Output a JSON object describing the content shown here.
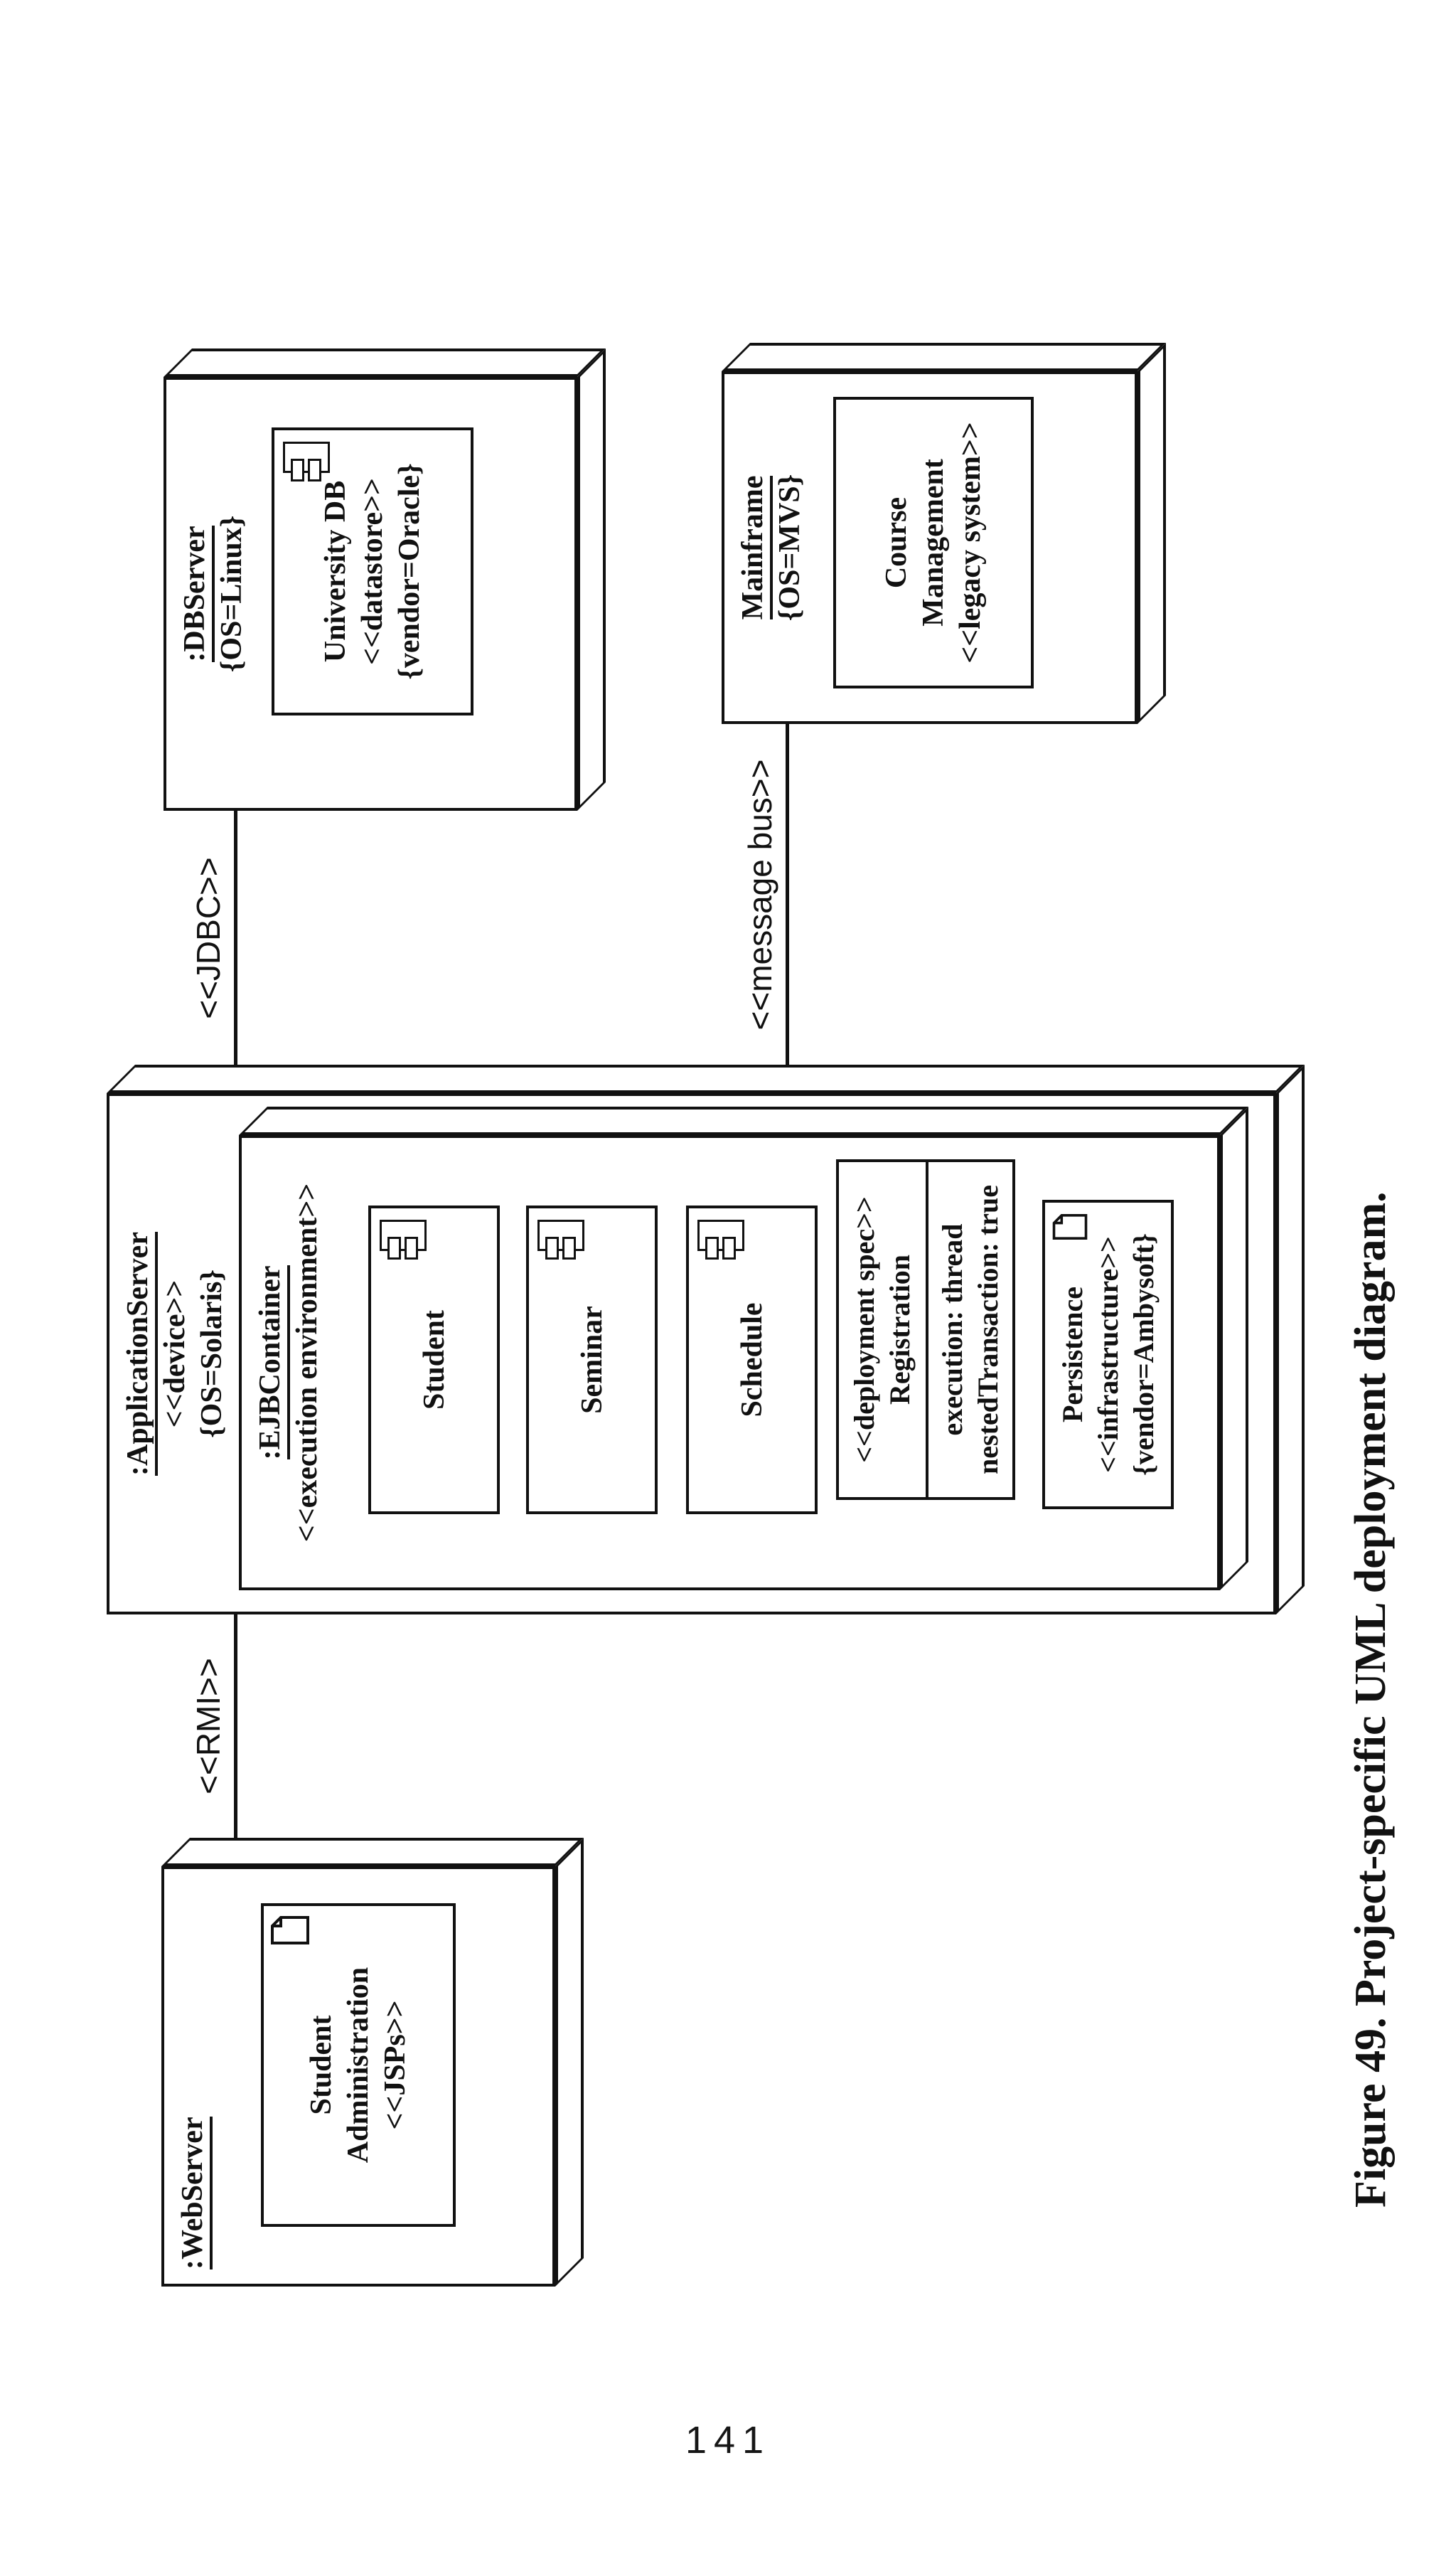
{
  "page": {
    "number": "141"
  },
  "caption": "Figure 49.  Project-specific UML deployment diagram.",
  "connectors": {
    "rmi": "<<RMI>>",
    "jdbc": "<<JDBC>>",
    "message_bus": "<<message bus>>"
  },
  "nodes": {
    "application_server": {
      "title": ":ApplicationServer",
      "stereotype": "<<device>>",
      "tag": "{OS=Solaris}"
    },
    "ejb_container": {
      "title": ":EJBContainer",
      "stereotype": "<<execution environment>>"
    },
    "web_server": {
      "title": ":WebServer"
    },
    "db_server": {
      "title": ":DBServer",
      "tag": "{OS=Linux}"
    },
    "mainframe": {
      "title": "Mainframe",
      "tag": "{OS=MVS}"
    }
  },
  "components": {
    "student": {
      "name": "Student"
    },
    "seminar": {
      "name": "Seminar"
    },
    "schedule": {
      "name": "Schedule"
    },
    "registration": {
      "stereotype": "<<deployment spec>>",
      "name": "Registration",
      "prop1": "execution: thread",
      "prop2": "nestedTransaction: true"
    },
    "persistence": {
      "name": "Persistence",
      "stereotype": "<<infrastructure>>",
      "tag": "{vendor=Ambysoft}"
    },
    "student_admin": {
      "line1": "Student",
      "line2": "Administration",
      "stereotype": "<<JSPs>>"
    },
    "university_db": {
      "name": "University DB",
      "stereotype": "<<datastore>>",
      "tag": "{vendor=Oracle}"
    },
    "course_mgmt": {
      "line1": "Course",
      "line2": "Management",
      "stereotype": "<<legacy system>>"
    }
  }
}
